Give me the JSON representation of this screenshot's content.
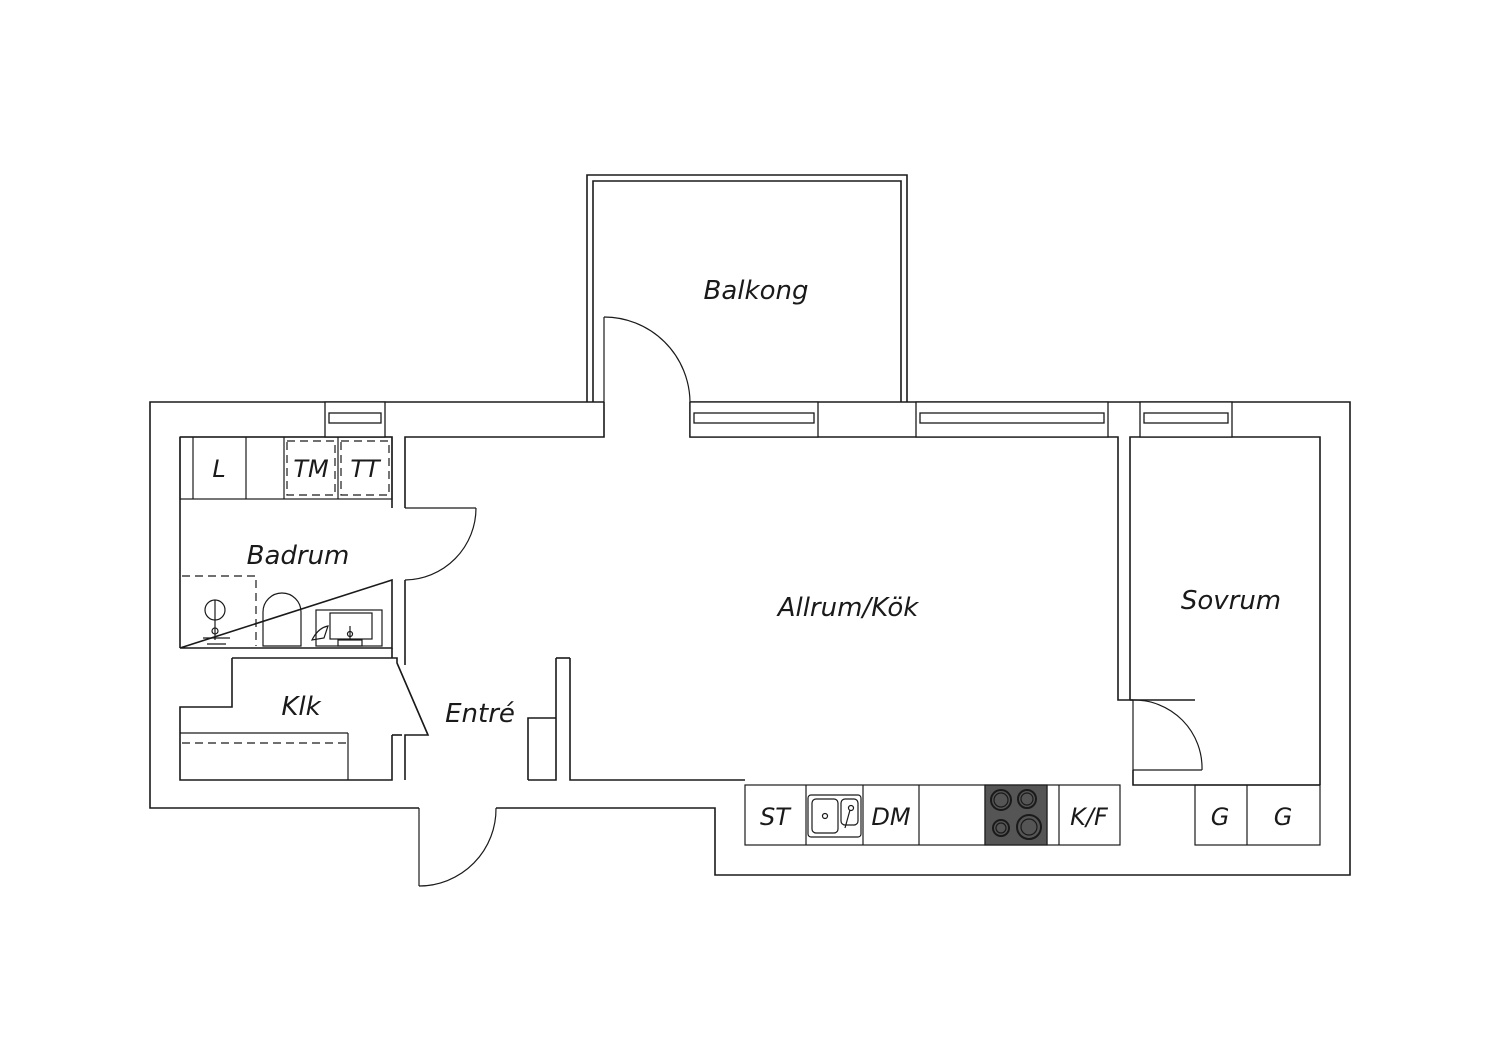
{
  "rooms": {
    "balkong": "Balkong",
    "allrum": "Allrum/Kök",
    "sovrum": "Sovrum",
    "badrum": "Badrum",
    "klk": "Klk",
    "entre": "Entré"
  },
  "fixtures": {
    "laundry": "L",
    "washer": "TM",
    "dryer": "TT",
    "sink_cabinet": "ST",
    "dishwasher": "DM",
    "fridge_freezer": "K/F",
    "wardrobe_1": "G",
    "wardrobe_2": "G"
  },
  "icons": {
    "stove": "stove-icon",
    "kitchen_sink": "kitchen-sink-icon",
    "shower": "shower-icon",
    "toilet": "toilet-icon",
    "bath_sink": "bathroom-sink-icon"
  },
  "colors": {
    "line": "#1a1a1a",
    "background": "#ffffff",
    "stove": "#555555"
  }
}
